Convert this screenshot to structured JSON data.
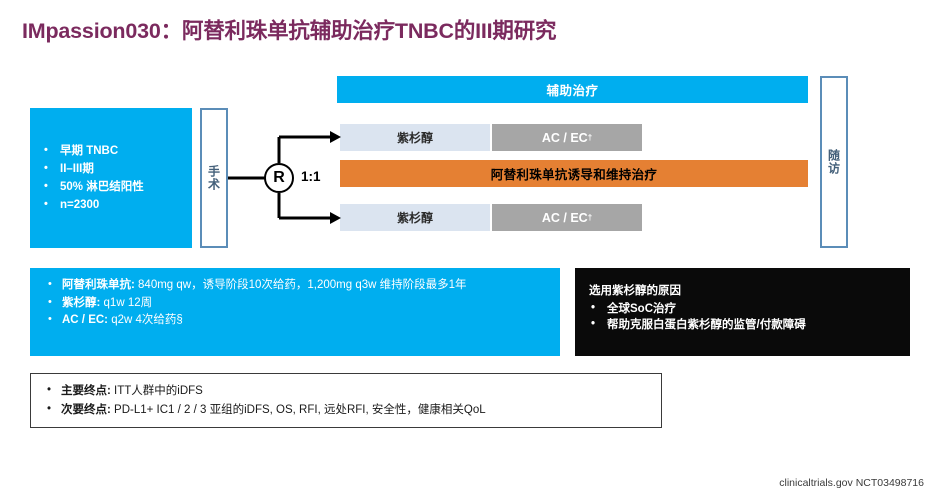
{
  "slide": {
    "title": "IMpassion030：阿替利珠单抗辅助治疗TNBC的III期研究",
    "title_color": "#7b2a5e",
    "footer_source": "clinicaltrials.gov NCT03498716"
  },
  "colors": {
    "brand_blue": "#00aeef",
    "orange": "#e58033",
    "gray_box": "#a6a6a6",
    "light_blue_box": "#dbe4f0",
    "box_border_blue": "#5b8db8",
    "black_box": "#0a0a0a"
  },
  "diagram": {
    "population": {
      "items": [
        "早期 TNBC",
        "II–III期",
        "50% 淋巴结阳性",
        "n=2300"
      ]
    },
    "surgery": {
      "label": "手术"
    },
    "randomization": {
      "symbol": "R",
      "ratio": "1:1"
    },
    "adjuvant_header": {
      "label": "辅助治疗"
    },
    "arms": [
      {
        "taxane": "紫杉醇",
        "chemo": "AC / EC",
        "chemo_footnote": "†"
      },
      {
        "taxane": "紫杉醇",
        "chemo": "AC / EC",
        "chemo_footnote": "†"
      }
    ],
    "atezolizumab_bar": {
      "label": "阿替利珠单抗诱导和维持治疗"
    },
    "followup": {
      "label": "随访"
    }
  },
  "dosing": {
    "items": [
      {
        "label": "阿替利珠单抗:",
        "text": " 840mg qw，诱导阶段10次给药，1,200mg q3w 维持阶段最多1年"
      },
      {
        "label": "紫杉醇:",
        "text": " q1w 12周"
      },
      {
        "label": "AC / EC:",
        "text": " q2w 4次给药§"
      }
    ]
  },
  "rationale": {
    "title": "选用紫杉醇的原因",
    "items": [
      "全球SoC治疗",
      "帮助克服白蛋白紫杉醇的监管/付款障碍"
    ]
  },
  "endpoints": {
    "items": [
      {
        "label": "主要终点:",
        "text": " ITT人群中的iDFS"
      },
      {
        "label": "次要终点:",
        "text": " PD-L1+ IC1 / 2 / 3 亚组的iDFS, OS, RFI, 远处RFI, 安全性，健康相关QoL"
      }
    ]
  }
}
